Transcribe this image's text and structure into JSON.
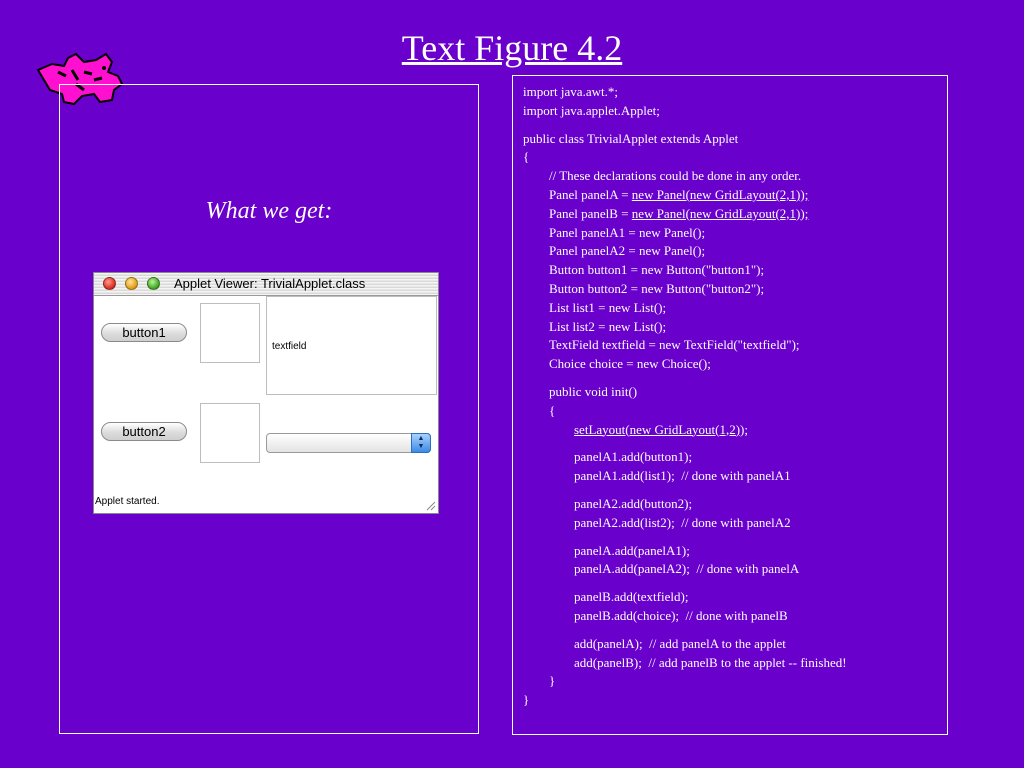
{
  "title": "Text Figure 4.2",
  "caption": "What we get:",
  "applet": {
    "window_title": "Applet Viewer: TrivialApplet.class",
    "button1": "button1",
    "button2": "button2",
    "textfield": "textfield",
    "status": "Applet started."
  },
  "code": {
    "l01": "import java.awt.*;",
    "l02": "import java.applet.Applet;",
    "l03": "public class TrivialApplet extends Applet",
    "l04": "{",
    "l05": "// These declarations could be done in any order.",
    "l06a": "Panel panelA = ",
    "l06b": "new Panel(new GridLayout(2,1));",
    "l07a": "Panel panelB = ",
    "l07b": "new Panel(new GridLayout(2,1));",
    "l08": "Panel panelA1 = new Panel();",
    "l09": "Panel panelA2 = new Panel();",
    "l10": "Button button1 = new Button(\"button1\");",
    "l11": "Button button2 = new Button(\"button2\");",
    "l12": "List list1 = new List();",
    "l13": "List list2 = new List();",
    "l14": "TextField textfield = new TextField(\"textfield\");",
    "l15": "Choice choice = new Choice();",
    "l16": "public void init()",
    "l17": "{",
    "l18": "setLayout(new GridLayout(1,2));",
    "l19": "panelA1.add(button1);",
    "l20": "panelA1.add(list1);  // done with panelA1",
    "l21": "panelA2.add(button2);",
    "l22": "panelA2.add(list2);  // done with panelA2",
    "l23": "panelA.add(panelA1);",
    "l24": "panelA.add(panelA2);  // done with panelA",
    "l25": "panelB.add(textfield);",
    "l26": "panelB.add(choice);  // done with panelB",
    "l27": "add(panelA);  // add panelA to the applet",
    "l28": "add(panelB);  // add panelB to the applet -- finished!",
    "l29": "}",
    "l30": "}"
  },
  "colors": {
    "background": "#6a00cc",
    "logo": "#ff10d0"
  }
}
